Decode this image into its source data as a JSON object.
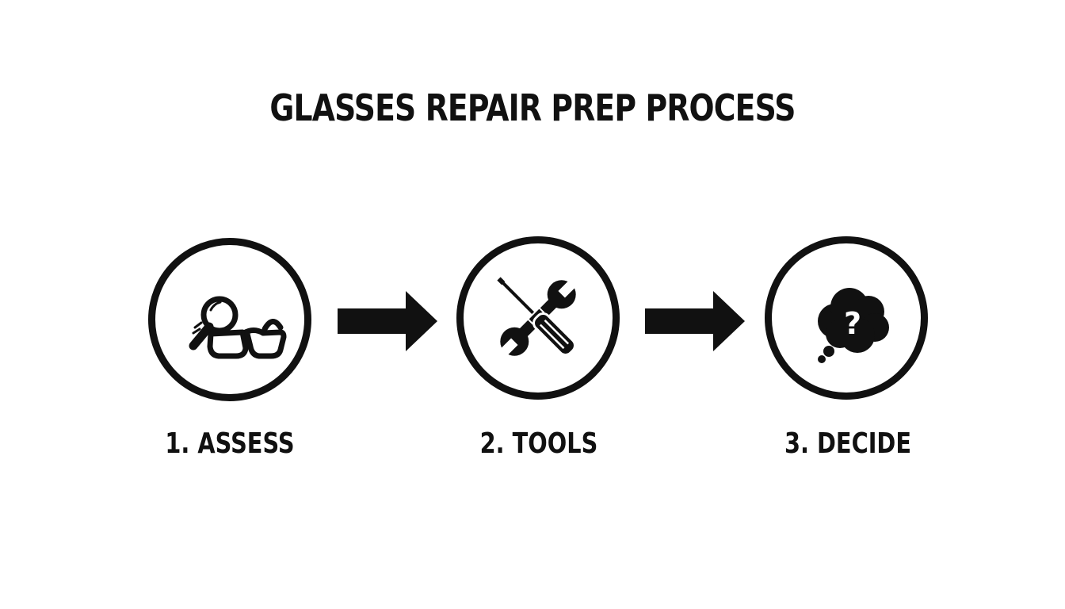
{
  "title": "GLASSES REPAIR PREP PROCESS",
  "steps": [
    {
      "label": "1. ASSESS",
      "icon": "magnifier-glasses-icon"
    },
    {
      "label": "2. TOOLS",
      "icon": "wrench-screwdriver-icon"
    },
    {
      "label": "3. DECIDE",
      "icon": "thought-bubble-question-icon"
    }
  ],
  "question_mark": "?",
  "colors": {
    "ink": "#111111",
    "background": "#ffffff"
  }
}
